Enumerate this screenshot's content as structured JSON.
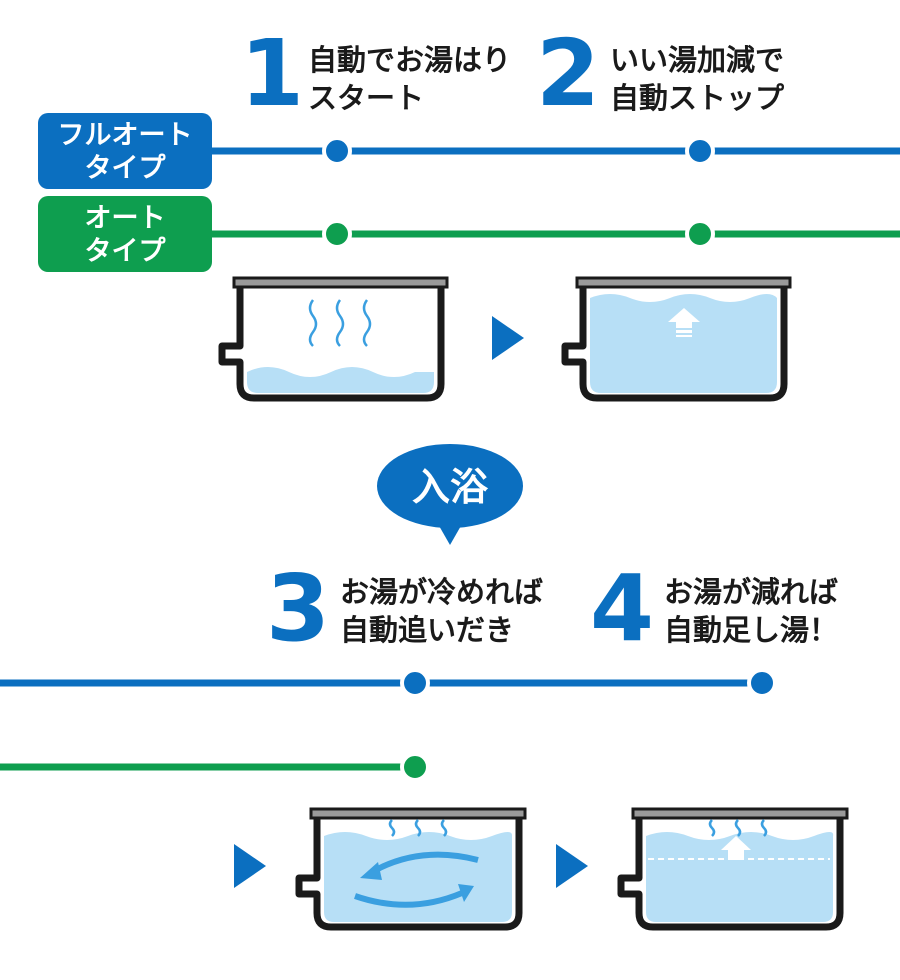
{
  "colors": {
    "blue": "#0b6fc0",
    "green": "#0e9e4f",
    "water": "#b7dff6",
    "water_dark": "#3a9fe0",
    "rim": "#9a9a9a",
    "text": "#1a1a1a"
  },
  "types": [
    {
      "id": "full-auto",
      "label_lines": [
        "フルオート",
        "タイプ"
      ]
    },
    {
      "id": "auto",
      "label_lines": [
        "オート",
        "タイプ"
      ]
    }
  ],
  "steps": [
    {
      "num": "1",
      "lines": [
        "自動でお湯はり",
        "スタート"
      ]
    },
    {
      "num": "2",
      "lines": [
        "いい湯加減で",
        "自動ストップ"
      ]
    },
    {
      "num": "3",
      "lines": [
        "お湯が冷めれば",
        "自動追いだき"
      ]
    },
    {
      "num": "4",
      "lines": [
        "お湯が減れば",
        "自動足し湯！"
      ]
    }
  ],
  "bath_label": "入浴",
  "icons": {
    "steam": "steam-icon",
    "arrow_up": "arrow-up-icon",
    "circulation": "circulation-arrows-icon",
    "next": "play-triangle-icon"
  }
}
